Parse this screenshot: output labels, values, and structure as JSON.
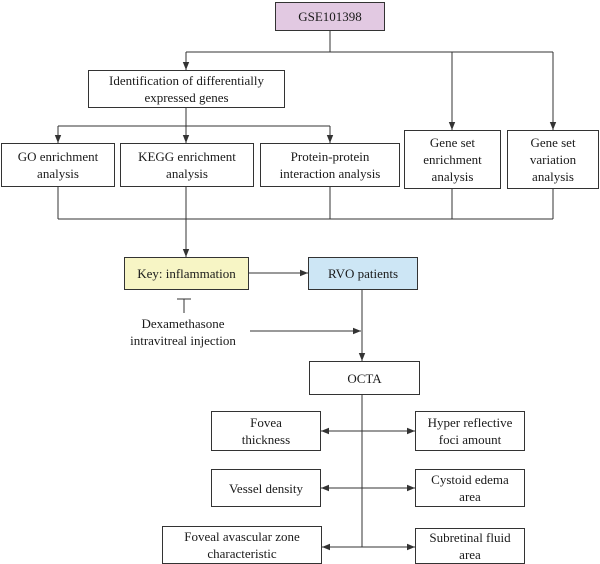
{
  "nodes": {
    "gse": "GSE101398",
    "deg": "Identification of differentially\nexpressed genes",
    "go": "GO enrichment\nanalysis",
    "kegg": "KEGG enrichment\nanalysis",
    "ppi": "Protein-protein\ninteraction analysis",
    "gsea": "Gene set\nenrichment\nanalysis",
    "gsva": "Gene set\nvariation\nanalysis",
    "key": "Key: inflammation",
    "rvo": "RVO patients",
    "dex": "Dexamethasone\nintravitreal injection",
    "octa": "OCTA",
    "fovea_thickness": "Fovea\nthickness",
    "hyper": "Hyper reflective\nfoci amount",
    "vessel": "Vessel density",
    "cystoid": "Cystoid edema\narea",
    "faz": "Foveal avascular zone\ncharacteristic",
    "subretinal": "Subretinal fluid\narea"
  },
  "colors": {
    "gse_fill": "#e2c9e2",
    "key_fill": "#f7f5c5",
    "rvo_fill": "#cde6f5",
    "line": "#333333"
  }
}
